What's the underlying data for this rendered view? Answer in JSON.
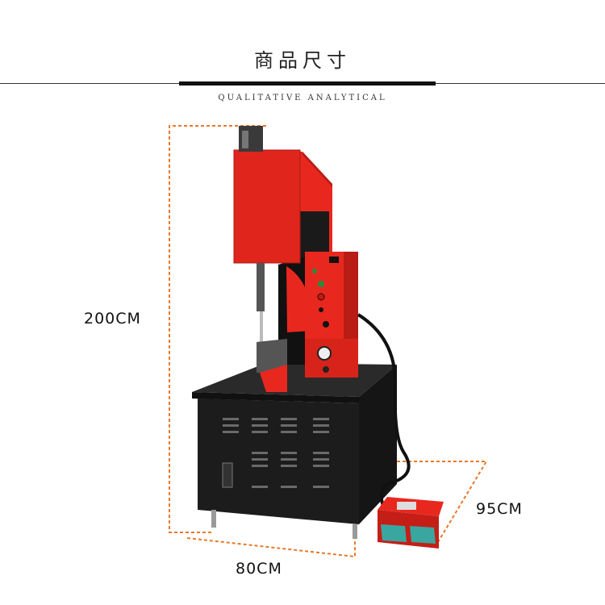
{
  "header": {
    "title": "商品尺寸",
    "subtitle": "QUALITATIVE ANALYTICAL"
  },
  "dimensions": {
    "height": "200CM",
    "depth": "95CM",
    "width": "80CM"
  },
  "colors": {
    "machine_red": "#e8281f",
    "cabinet_black": "#1c1c1c",
    "dimension_line": "#e8782a",
    "pedal_teal": "#3aa6a0"
  }
}
